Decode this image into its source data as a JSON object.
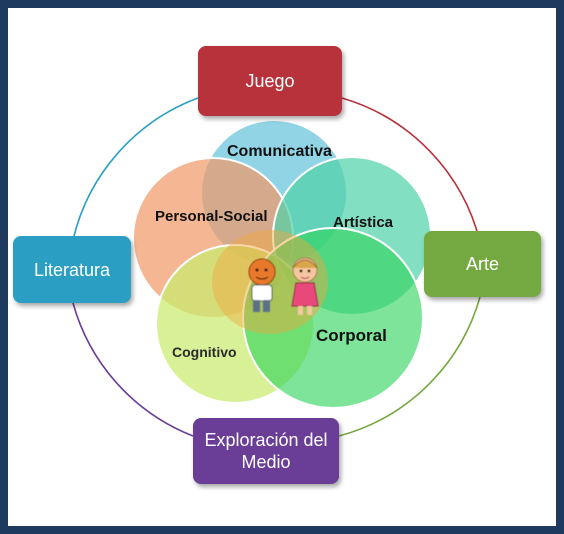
{
  "boxes": {
    "juego": {
      "label": "Juego",
      "color": "#b8323c"
    },
    "literatura": {
      "label": "Literatura",
      "color": "#2a9ec3"
    },
    "arte": {
      "label": "Arte",
      "color": "#74a840"
    },
    "exploracion": {
      "label": "Exploración del Medio",
      "color": "#6a3d97"
    }
  },
  "circles": {
    "comunicativa": {
      "label": "Comunicativa",
      "color": "#6cc6dc"
    },
    "personal_social": {
      "label": "Personal-Social",
      "color": "#f09a6a"
    },
    "artistica": {
      "label": "Artística",
      "color": "#4fd1a6"
    },
    "cognitivo": {
      "label": "Cognitivo",
      "color": "#c9ec6e"
    },
    "corporal": {
      "label": "Corporal",
      "color": "#2ed35a"
    },
    "center_blend": {
      "color": "#f0a63c"
    }
  },
  "ring": {
    "colors": [
      "#b8323c",
      "#74a840",
      "#6a3d97",
      "#2a9ec3"
    ]
  },
  "frame": {
    "border_color": "#1f3a5f"
  },
  "center_illustration": "children-icon"
}
